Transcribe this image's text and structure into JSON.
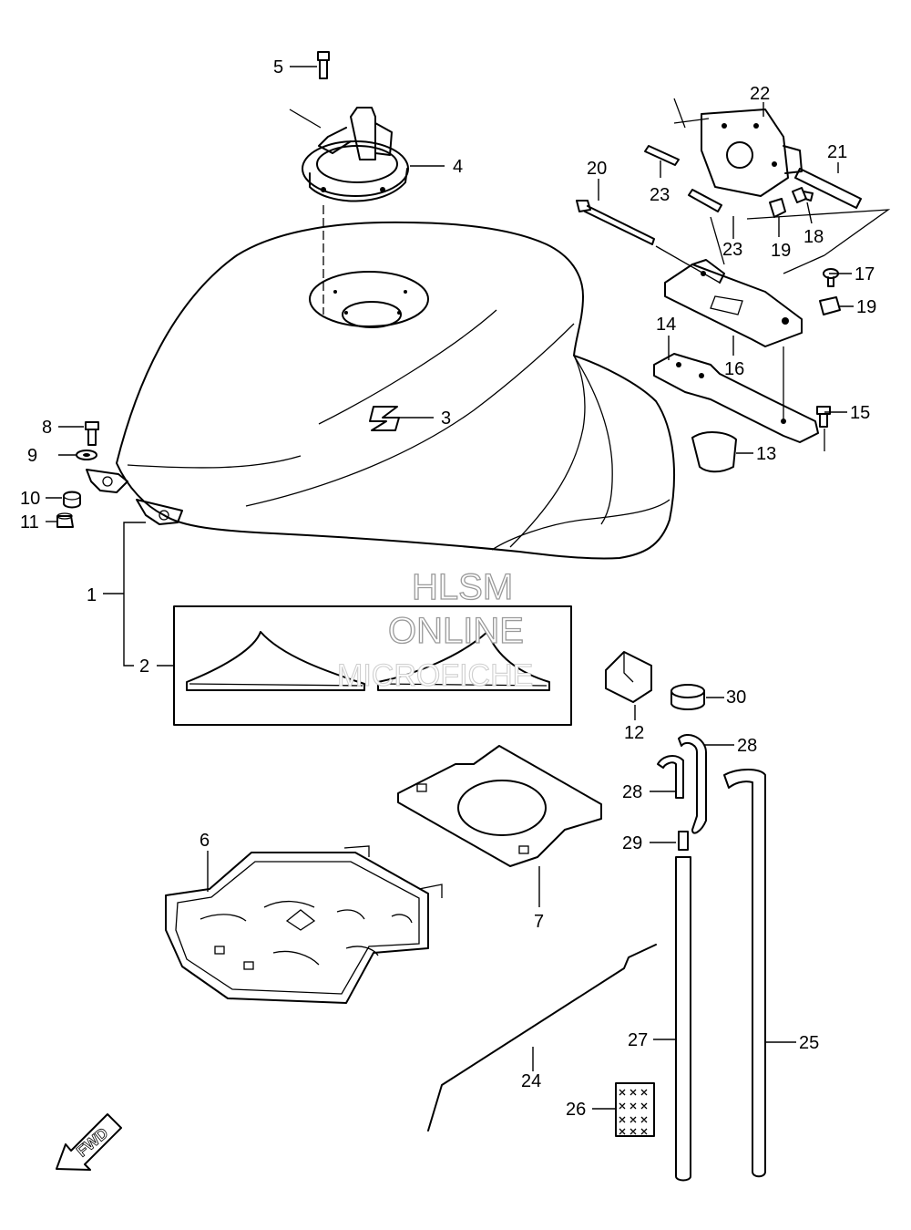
{
  "callouts": [
    {
      "id": "c1",
      "text": "1"
    },
    {
      "id": "c2",
      "text": "2"
    },
    {
      "id": "c3",
      "text": "3"
    },
    {
      "id": "c4",
      "text": "4"
    },
    {
      "id": "c5",
      "text": "5"
    },
    {
      "id": "c6",
      "text": "6"
    },
    {
      "id": "c7",
      "text": "7"
    },
    {
      "id": "c8",
      "text": "8"
    },
    {
      "id": "c9",
      "text": "9"
    },
    {
      "id": "c10",
      "text": "10"
    },
    {
      "id": "c11",
      "text": "11"
    },
    {
      "id": "c12",
      "text": "12"
    },
    {
      "id": "c13",
      "text": "13"
    },
    {
      "id": "c14",
      "text": "14"
    },
    {
      "id": "c15",
      "text": "15"
    },
    {
      "id": "c16",
      "text": "16"
    },
    {
      "id": "c17",
      "text": "17"
    },
    {
      "id": "c18",
      "text": "18"
    },
    {
      "id": "c19a",
      "text": "19"
    },
    {
      "id": "c19b",
      "text": "19"
    },
    {
      "id": "c20",
      "text": "20"
    },
    {
      "id": "c21",
      "text": "21"
    },
    {
      "id": "c22",
      "text": "22"
    },
    {
      "id": "c23a",
      "text": "23"
    },
    {
      "id": "c23b",
      "text": "23"
    },
    {
      "id": "c24",
      "text": "24"
    },
    {
      "id": "c25",
      "text": "25"
    },
    {
      "id": "c26",
      "text": "26"
    },
    {
      "id": "c27",
      "text": "27"
    },
    {
      "id": "c28a",
      "text": "28"
    },
    {
      "id": "c28b",
      "text": "28"
    },
    {
      "id": "c29",
      "text": "29"
    },
    {
      "id": "c30",
      "text": "30"
    }
  ],
  "watermark": {
    "line1": "HLSM",
    "line2": "ONLINE",
    "line3": "MICROFICHE"
  },
  "direction_badge": {
    "text": "FWD"
  }
}
